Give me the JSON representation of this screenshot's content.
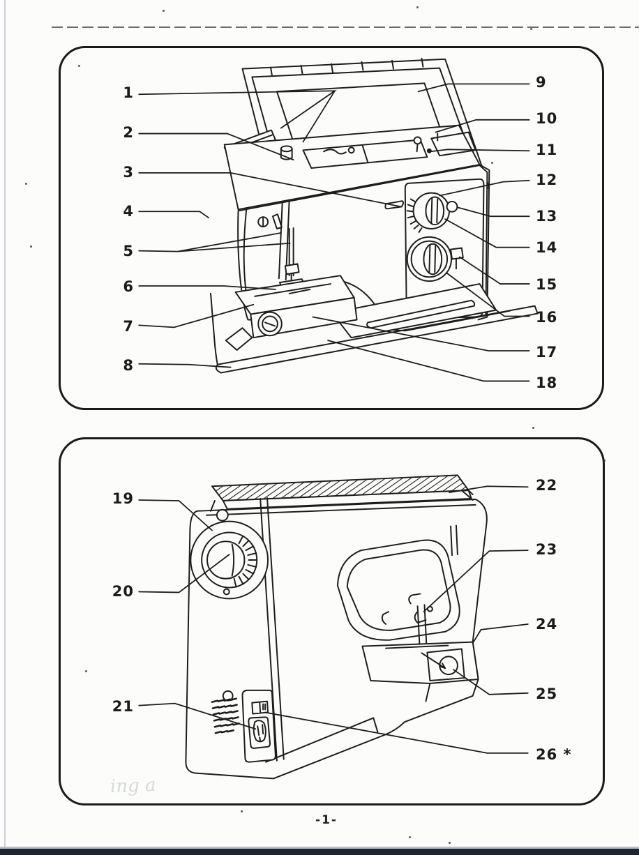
{
  "page": {
    "number": "-1-",
    "watermark": "ing a"
  },
  "colors": {
    "ink": "#1d1d1d",
    "paper": "#fcfcfa",
    "footer_bar": "#1b2530",
    "footer_line": "#b4bfc9",
    "left_edge_line": "#ccd1d8"
  },
  "figure_front": {
    "callouts": [
      "1",
      "2",
      "3",
      "4",
      "5",
      "6",
      "7",
      "8",
      "9",
      "10",
      "11",
      "12",
      "13",
      "14",
      "15",
      "16",
      "17",
      "18"
    ]
  },
  "figure_rear": {
    "callouts": [
      "19",
      "20",
      "21",
      "22",
      "23",
      "24",
      "25",
      "26 *"
    ]
  }
}
